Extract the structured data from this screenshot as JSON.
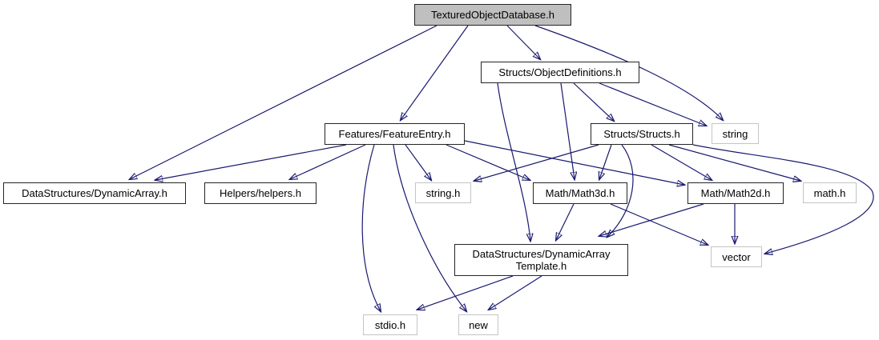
{
  "diagram": {
    "type": "include-dependency-graph",
    "root": "TexturedObjectDatabase.h"
  },
  "colors": {
    "background": "#ffffff",
    "edge": "#191970",
    "text": "#000000",
    "node_fill": "#ffffff",
    "current_node_fill": "#bfbfbf",
    "internal_border": "#242424",
    "external_border": "#c5c5c5"
  },
  "graph": {
    "nodes": [
      {
        "id": "tod",
        "label": "TexturedObjectDatabase.h",
        "kind": "current"
      },
      {
        "id": "objdef",
        "label": "Structs/ObjectDefinitions.h",
        "kind": "internal"
      },
      {
        "id": "featureentry",
        "label": "Features/FeatureEntry.h",
        "kind": "internal"
      },
      {
        "id": "structs",
        "label": "Structs/Structs.h",
        "kind": "internal"
      },
      {
        "id": "string",
        "label": "string",
        "kind": "external"
      },
      {
        "id": "dynarray",
        "label": "DataStructures/DynamicArray.h",
        "kind": "internal"
      },
      {
        "id": "helpers",
        "label": "Helpers/helpers.h",
        "kind": "internal"
      },
      {
        "id": "stringh",
        "label": "string.h",
        "kind": "external"
      },
      {
        "id": "math3d",
        "label": "Math/Math3d.h",
        "kind": "internal"
      },
      {
        "id": "math2d",
        "label": "Math/Math2d.h",
        "kind": "internal"
      },
      {
        "id": "mathh",
        "label": "math.h",
        "kind": "external"
      },
      {
        "id": "template",
        "label": "DataStructures/DynamicArray\nTemplate.h",
        "kind": "internal"
      },
      {
        "id": "vector",
        "label": "vector",
        "kind": "external"
      },
      {
        "id": "stdioh",
        "label": "stdio.h",
        "kind": "external"
      },
      {
        "id": "new",
        "label": "new",
        "kind": "external"
      }
    ],
    "edges": [
      {
        "from": "tod",
        "to": "dynarray"
      },
      {
        "from": "tod",
        "to": "featureentry"
      },
      {
        "from": "tod",
        "to": "objdef"
      },
      {
        "from": "tod",
        "to": "string"
      },
      {
        "from": "objdef",
        "to": "structs"
      },
      {
        "from": "objdef",
        "to": "string"
      },
      {
        "from": "objdef",
        "to": "math3d"
      },
      {
        "from": "objdef",
        "to": "template"
      },
      {
        "from": "featureentry",
        "to": "dynarray"
      },
      {
        "from": "featureentry",
        "to": "helpers"
      },
      {
        "from": "featureentry",
        "to": "stringh"
      },
      {
        "from": "featureentry",
        "to": "math3d"
      },
      {
        "from": "featureentry",
        "to": "math2d"
      },
      {
        "from": "featureentry",
        "to": "stdioh"
      },
      {
        "from": "featureentry",
        "to": "new"
      },
      {
        "from": "structs",
        "to": "stringh"
      },
      {
        "from": "structs",
        "to": "math3d"
      },
      {
        "from": "structs",
        "to": "math2d"
      },
      {
        "from": "structs",
        "to": "mathh"
      },
      {
        "from": "structs",
        "to": "vector"
      },
      {
        "from": "structs",
        "to": "template"
      },
      {
        "from": "math3d",
        "to": "template"
      },
      {
        "from": "math3d",
        "to": "vector"
      },
      {
        "from": "math2d",
        "to": "template"
      },
      {
        "from": "math2d",
        "to": "vector"
      },
      {
        "from": "template",
        "to": "stdioh"
      },
      {
        "from": "template",
        "to": "new"
      }
    ]
  }
}
